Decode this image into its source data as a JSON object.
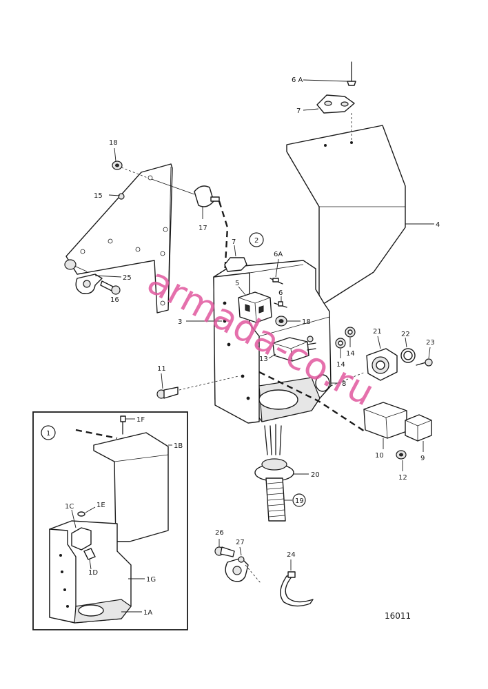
{
  "diagram": {
    "callouts": {
      "c6A_top": "6 A",
      "c7_top": "7",
      "c4": "4",
      "c18_top": "18",
      "c15": "15",
      "c17": "17",
      "c25": "25",
      "c16": "16",
      "c7_mid": "7",
      "c2": "2",
      "c6A_mid": "6A",
      "c5": "5",
      "c6": "6",
      "c3": "3",
      "c18_mid": "18",
      "c13": "13",
      "c14a": "14",
      "c14b": "14",
      "c21": "21",
      "c22": "22",
      "c23": "23",
      "c11": "11",
      "c8": "8",
      "c10": "10",
      "c9": "9",
      "c12": "12",
      "c20": "20",
      "c19": "19",
      "c26": "26",
      "c27": "27",
      "c24": "24",
      "c1": "1",
      "c1F": "1F",
      "c1B": "1B",
      "c1C": "1C",
      "c1E": "1E",
      "c1D": "1D",
      "c1G": "1G",
      "c1A": "1A"
    },
    "figure_code": "16011",
    "watermark": "armada-co.ru"
  }
}
